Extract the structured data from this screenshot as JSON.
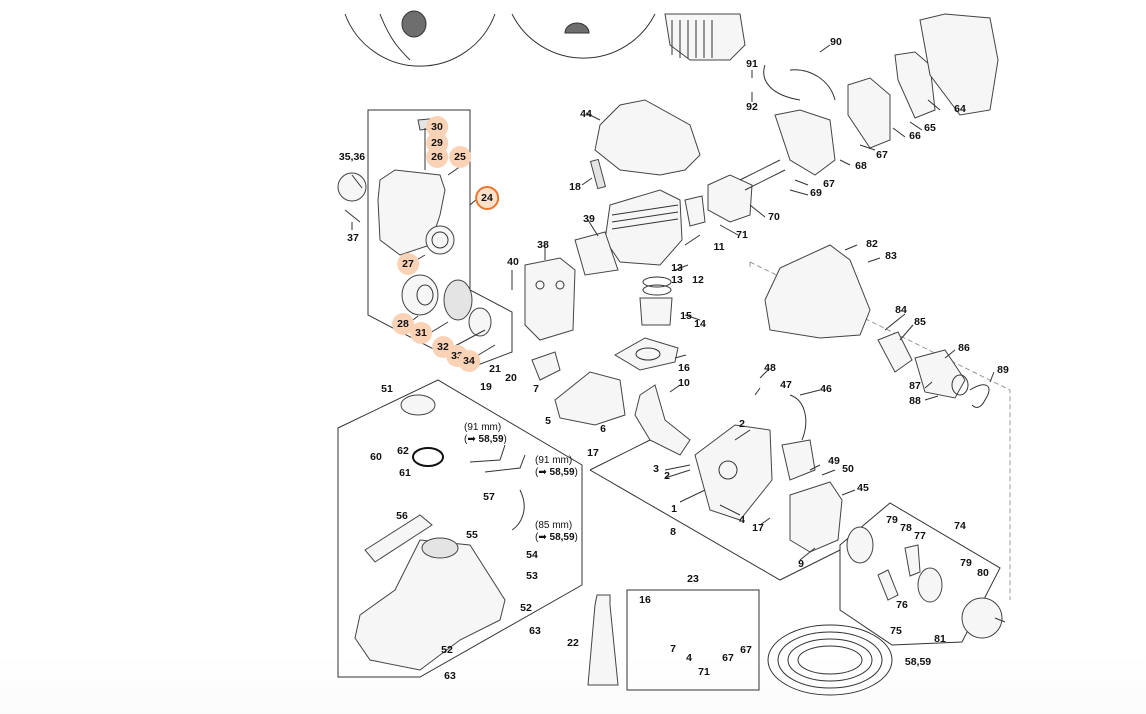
{
  "diagram": {
    "title": "Exploded parts diagram – engine, recoil starter, fuel tank, clutch",
    "colors": {
      "highlight_fill": "#fad3b6",
      "selected_ring": "#e9772a",
      "line": "#333333",
      "background": "#ffffff"
    },
    "selected_part": "24",
    "highlighted_parts": [
      "24",
      "25",
      "26",
      "27",
      "28",
      "29",
      "30",
      "31",
      "32",
      "33",
      "34"
    ],
    "groups": [
      {
        "id": "starter",
        "label": "24",
        "parts": [
          "25",
          "26",
          "27",
          "28",
          "29",
          "30",
          "31",
          "32",
          "33",
          "34"
        ]
      },
      {
        "id": "fuel-tank",
        "label": "51",
        "parts": [
          "52",
          "53",
          "54",
          "55",
          "56",
          "57",
          "60",
          "61",
          "62",
          "63"
        ]
      },
      {
        "id": "gasket-set",
        "label": "23",
        "parts": [
          "16",
          "7",
          "4",
          "71",
          "67"
        ]
      },
      {
        "id": "clutch",
        "label": "74",
        "parts": [
          "75",
          "76",
          "77",
          "78",
          "79",
          "80"
        ]
      },
      {
        "id": "cylinder",
        "label": "11",
        "parts": [
          "12",
          "13",
          "14",
          "15"
        ]
      },
      {
        "id": "crankcase",
        "label": "8",
        "parts": [
          "1",
          "2",
          "3",
          "4"
        ]
      }
    ],
    "labels": {
      "l24": "24",
      "l25": "25",
      "l26": "26",
      "l27": "27",
      "l28": "28",
      "l29": "29",
      "l30": "30",
      "l31": "31",
      "l32": "32",
      "l33": "33",
      "l34": "34",
      "l3536": "35,36",
      "l37": "37",
      "l38": "38",
      "l39": "39",
      "l40": "40",
      "l44": "44",
      "l18": "18",
      "l11": "11",
      "l12": "12",
      "l13a": "13",
      "l13b": "13",
      "l14": "14",
      "l15": "15",
      "l16": "16",
      "l10": "10",
      "l21": "21",
      "l20": "20",
      "l19": "19",
      "l7": "7",
      "l5": "5",
      "l6": "6",
      "l17a": "17",
      "l2a": "2",
      "l2b": "2",
      "l3": "3",
      "l1": "1",
      "l4": "4",
      "l8": "8",
      "l17b": "17",
      "l9": "9",
      "l45": "45",
      "l46": "46",
      "l47": "47",
      "l48": "48",
      "l49": "49",
      "l50": "50",
      "l51": "51",
      "l60": "60",
      "l61": "61",
      "l62": "62",
      "l56": "56",
      "l55": "55",
      "l57": "57",
      "l54": "54",
      "l53": "53",
      "l52a": "52",
      "l52b": "52",
      "l63a": "63",
      "l63b": "63",
      "l22": "22",
      "l23": "23",
      "l16b": "16",
      "l7b": "7",
      "l4b": "4",
      "l71b": "71",
      "l67c": "67",
      "l67d": "67",
      "l5859b": "58,59",
      "l90": "90",
      "l91": "91",
      "l92": "92",
      "l64": "64",
      "l65": "65",
      "l66": "66",
      "l67a": "67",
      "l67b": "67",
      "l68": "68",
      "l69": "69",
      "l70": "70",
      "l71": "71",
      "l82": "82",
      "l83": "83",
      "l84": "84",
      "l85": "85",
      "l86": "86",
      "l87": "87",
      "l88": "88",
      "l89": "89",
      "l74": "74",
      "l75": "75",
      "l76": "76",
      "l77": "77",
      "l78": "78",
      "l79a": "79",
      "l79b": "79",
      "l80": "80",
      "l81": "81"
    },
    "hose_notes": [
      {
        "length": "(91 mm)",
        "ref": "58,59"
      },
      {
        "length": "(91 mm)",
        "ref": "58,59"
      },
      {
        "length": "(85 mm)",
        "ref": "58,59"
      }
    ],
    "arrow_glyph": "➡"
  }
}
